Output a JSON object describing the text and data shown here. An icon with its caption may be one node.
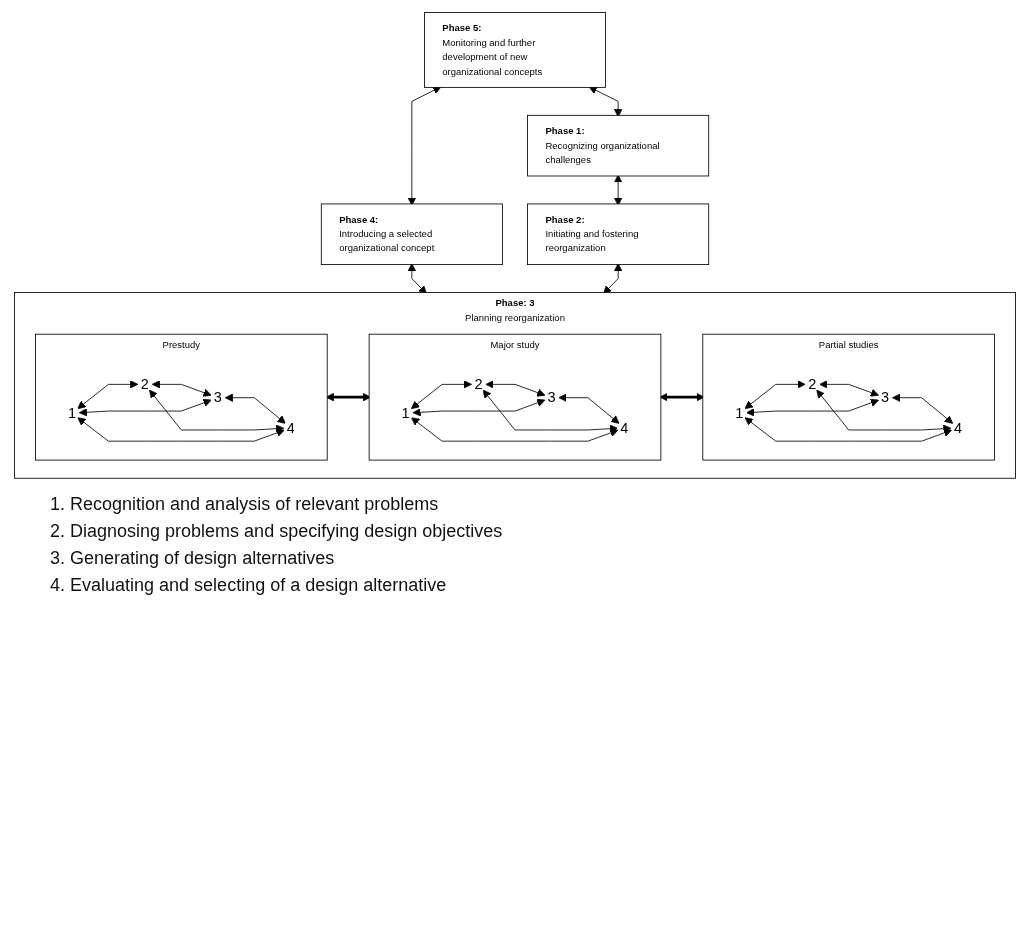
{
  "diagram": {
    "nodes": [
      {
        "text": [
          "Phase 5:",
          "Monitoring and further development of new organizational concepts"
        ]
      },
      {
        "text": [
          "Phase 1:",
          "Recognizing organizational challenges"
        ]
      },
      {
        "text": [
          "Phase 4:",
          "Introducing a selected organizational concept"
        ]
      },
      {
        "text": [
          "Phase 2:",
          "Initiating and fostering reorganization"
        ]
      },
      {
        "text": [
          "Phase: 3",
          "Planning reorganization"
        ]
      },
      {
        "text": [
          "Prestudy"
        ],
        "in": 4
      },
      {
        "text": [
          "1"
        ],
        "in": 5
      },
      {
        "text": [
          "2"
        ],
        "in": 5
      },
      {
        "text": [
          "3"
        ],
        "in": 5
      },
      {
        "text": [
          "4"
        ],
        "in": 5
      },
      {
        "text": [
          "Major study"
        ],
        "in": 4
      },
      {
        "text": [
          "1"
        ],
        "in": 10
      },
      {
        "text": [
          "2"
        ],
        "in": 10
      },
      {
        "text": [
          "3"
        ],
        "in": 10
      },
      {
        "text": [
          "4"
        ],
        "in": 10
      },
      {
        "text": [
          "Partial studies"
        ],
        "in": 4
      },
      {
        "text": [
          "1"
        ],
        "in": 15
      },
      {
        "text": [
          "2"
        ],
        "in": 15
      },
      {
        "text": [
          "3"
        ],
        "in": 15
      },
      {
        "text": [
          "4"
        ],
        "in": 15
      }
    ],
    "edges": [
      {
        "from": 0,
        "to": 1,
        "arrow": "both"
      },
      {
        "from": 0,
        "to": 2,
        "arrow": "both"
      },
      {
        "from": 1,
        "to": 3,
        "arrow": "both"
      },
      {
        "from": 2,
        "to": 4,
        "arrow": "both"
      },
      {
        "from": 3,
        "to": 4,
        "arrow": "both"
      },
      {
        "from": 5,
        "to": 10,
        "arrow": "both",
        "style": "thick"
      },
      {
        "from": 10,
        "to": 15,
        "arrow": "both",
        "style": "thick"
      },
      {
        "from": 6,
        "to": 7,
        "arrow": "both"
      },
      {
        "from": 7,
        "to": 8,
        "arrow": "both"
      },
      {
        "from": 8,
        "to": 9,
        "arrow": "both"
      },
      {
        "from": 6,
        "to": 8,
        "arrow": "both"
      },
      {
        "from": 7,
        "to": 9,
        "arrow": "both"
      },
      {
        "from": 6,
        "to": 9,
        "arrow": "both"
      },
      {
        "from": 11,
        "to": 12,
        "arrow": "both"
      },
      {
        "from": 12,
        "to": 13,
        "arrow": "both"
      },
      {
        "from": 13,
        "to": 14,
        "arrow": "both"
      },
      {
        "from": 11,
        "to": 13,
        "arrow": "both"
      },
      {
        "from": 12,
        "to": 14,
        "arrow": "both"
      },
      {
        "from": 11,
        "to": 14,
        "arrow": "both"
      },
      {
        "from": 16,
        "to": 17,
        "arrow": "both"
      },
      {
        "from": 17,
        "to": 18,
        "arrow": "both"
      },
      {
        "from": 18,
        "to": 19,
        "arrow": "both"
      },
      {
        "from": 16,
        "to": 18,
        "arrow": "both"
      },
      {
        "from": 17,
        "to": 19,
        "arrow": "both"
      },
      {
        "from": 16,
        "to": 19,
        "arrow": "both"
      }
    ],
    "labels": [
      "1. Recognition and analysis of relevant problems",
      "2. Diagnosing problems and specifying design objectives",
      "3. Generating of design alternatives",
      "4. Evaluating and selecting of a design alternative"
    ]
  }
}
